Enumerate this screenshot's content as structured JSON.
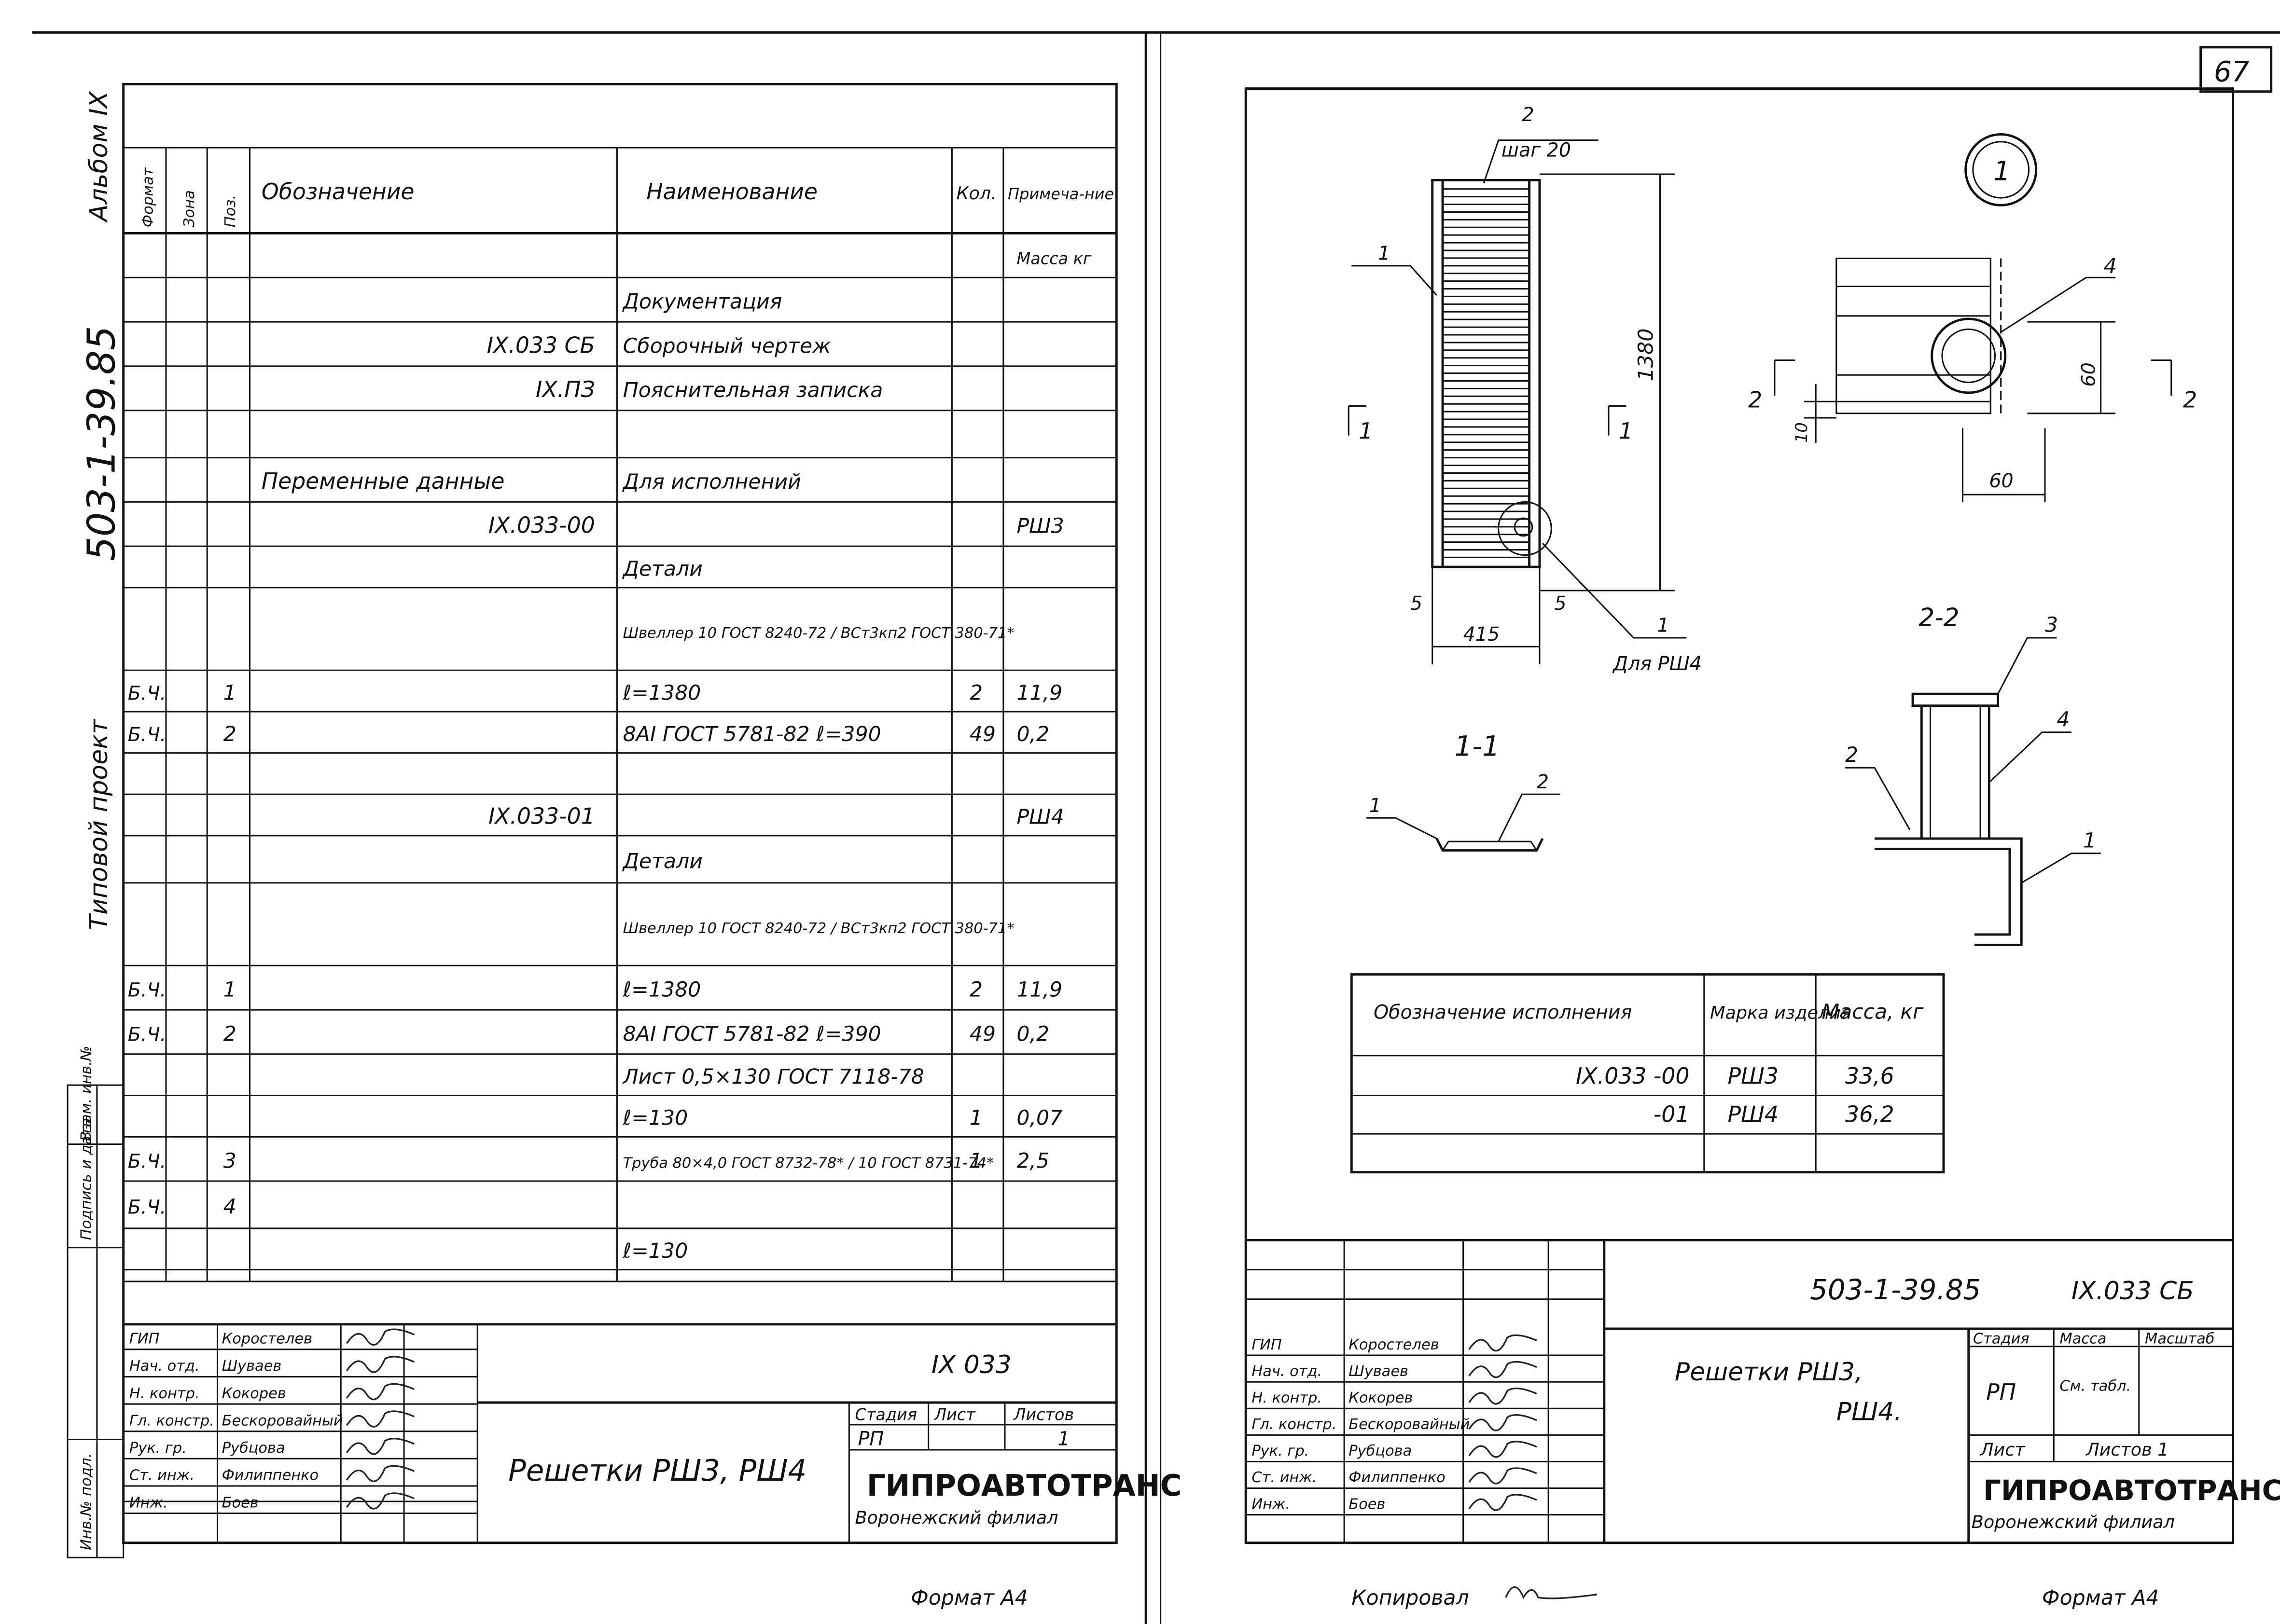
{
  "page_number": "67",
  "side_stamp": {
    "album": "Альбом IX",
    "code": "503-1-39.85",
    "project_type": "Типовой проект",
    "cells": [
      "Взам. инв.№",
      "Подпись и дата",
      "Инв.№ подл."
    ]
  },
  "spec": {
    "headers": [
      "Формат",
      "Зона",
      "Поз.",
      "Обозначение",
      "Наименование",
      "Кол.",
      "Примеча-ние"
    ],
    "rows": [
      {
        "fmt": "",
        "zone": "",
        "pos": "",
        "oboz": "",
        "name": "",
        "qty": "",
        "note": "Масса кг"
      },
      {
        "fmt": "",
        "zone": "",
        "pos": "",
        "oboz": "",
        "name": "Документация",
        "qty": "",
        "note": ""
      },
      {
        "fmt": "",
        "zone": "",
        "pos": "",
        "oboz": "IX.033 СБ",
        "name": "Сборочный чертеж",
        "qty": "",
        "note": ""
      },
      {
        "fmt": "",
        "zone": "",
        "pos": "",
        "oboz": "IX.ПЗ",
        "name": "Пояснительная записка",
        "qty": "",
        "note": ""
      },
      {
        "fmt": "",
        "zone": "",
        "pos": "",
        "oboz": "",
        "name": "",
        "qty": "",
        "note": ""
      },
      {
        "fmt": "",
        "zone": "",
        "pos": "",
        "oboz": "Переменные данные",
        "name": "Для исполнений",
        "qty": "",
        "note": ""
      },
      {
        "fmt": "",
        "zone": "",
        "pos": "",
        "oboz": "IX.033-00",
        "name": "",
        "qty": "",
        "note": "РШ3"
      },
      {
        "fmt": "",
        "zone": "",
        "pos": "",
        "oboz": "",
        "name": "Детали",
        "qty": "",
        "note": ""
      },
      {
        "fmt": "",
        "zone": "",
        "pos": "",
        "oboz": "",
        "name": "Швеллер 10 ГОСТ 8240-72 / ВСт3кп2 ГОСТ 380-71*",
        "qty": "",
        "note": ""
      },
      {
        "fmt": "Б.Ч.",
        "zone": "",
        "pos": "1",
        "oboz": "",
        "name": "ℓ=1380",
        "qty": "2",
        "note": "11,9"
      },
      {
        "fmt": "Б.Ч.",
        "zone": "",
        "pos": "2",
        "oboz": "",
        "name": "8AI ГОСТ 5781-82 ℓ=390",
        "qty": "49",
        "note": "0,2"
      },
      {
        "fmt": "",
        "zone": "",
        "pos": "",
        "oboz": "",
        "name": "",
        "qty": "",
        "note": ""
      },
      {
        "fmt": "",
        "zone": "",
        "pos": "",
        "oboz": "IX.033-01",
        "name": "",
        "qty": "",
        "note": "РШ4"
      },
      {
        "fmt": "",
        "zone": "",
        "pos": "",
        "oboz": "",
        "name": "Детали",
        "qty": "",
        "note": ""
      },
      {
        "fmt": "",
        "zone": "",
        "pos": "",
        "oboz": "",
        "name": "Швеллер 10 ГОСТ 8240-72 / ВСт3кп2 ГОСТ 380-71*",
        "qty": "",
        "note": ""
      },
      {
        "fmt": "Б.Ч.",
        "zone": "",
        "pos": "1",
        "oboz": "",
        "name": "ℓ=1380",
        "qty": "2",
        "note": "11,9"
      },
      {
        "fmt": "Б.Ч.",
        "zone": "",
        "pos": "2",
        "oboz": "",
        "name": "8AI ГОСТ 5781-82 ℓ=390",
        "qty": "49",
        "note": "0,2"
      },
      {
        "fmt": "",
        "zone": "",
        "pos": "",
        "oboz": "",
        "name": "Лист 0,5×130 ГОСТ 7118-78",
        "qty": "",
        "note": ""
      },
      {
        "fmt": "",
        "zone": "",
        "pos": "",
        "oboz": "",
        "name": "ℓ=130",
        "qty": "1",
        "note": "0,07"
      },
      {
        "fmt": "Б.Ч.",
        "zone": "",
        "pos": "3",
        "oboz": "",
        "name": "Труба 80×4,0 ГОСТ 8732-78* / 10 ГОСТ 8731-74*",
        "qty": "1",
        "note": "2,5"
      },
      {
        "fmt": "Б.Ч.",
        "zone": "",
        "pos": "4",
        "oboz": "",
        "name": "",
        "qty": "",
        "note": ""
      },
      {
        "fmt": "",
        "zone": "",
        "pos": "",
        "oboz": "",
        "name": "ℓ=130",
        "qty": "",
        "note": ""
      }
    ]
  },
  "title_block_left": {
    "code": "IX 033",
    "title": "Решетки РШ3, РШ4",
    "people": [
      {
        "role": "ГИП",
        "name": "Коростелев"
      },
      {
        "role": "Нач. отд.",
        "name": "Шуваев"
      },
      {
        "role": "Н. контр.",
        "name": "Кокорев"
      },
      {
        "role": "Гл. констр.",
        "name": "Бескоровайный"
      },
      {
        "role": "Рук. гр.",
        "name": "Рубцова"
      },
      {
        "role": "Ст. инж.",
        "name": "Филиппенко"
      },
      {
        "role": "Инж.",
        "name": "Боев"
      }
    ],
    "stage_headers": [
      "Стадия",
      "Лист",
      "Листов"
    ],
    "stage_values": [
      "РП",
      "",
      "1"
    ],
    "org": "ГИПРОАВТОТРАНС",
    "branch": "Воронежский филиал"
  },
  "drawing": {
    "view_labels": {
      "step": "шаг 20",
      "height": "1380",
      "width": "415",
      "edge_left": "5",
      "edge_right": "5",
      "for_rsh4": "Для РШ4",
      "circle_mark": "1",
      "dim_60_v": "60",
      "dim_60_h": "60",
      "dim_10": "10",
      "section_11": "1-1",
      "section_22": "2-2"
    },
    "positions": {
      "p1": "1",
      "p2": "2",
      "p3": "3",
      "p4": "4"
    }
  },
  "exec_table": {
    "headers": [
      "Обозначение исполнения",
      "Марка изделия",
      "Масса, кг"
    ],
    "rows": [
      {
        "oboz": "IX.033 -00",
        "mark": "РШ3",
        "mass": "33,6"
      },
      {
        "oboz": "-01",
        "mark": "РШ4",
        "mass": "36,2"
      },
      {
        "oboz": "",
        "mark": "",
        "mass": ""
      }
    ]
  },
  "title_block_right": {
    "code": "503-1-39.85",
    "doc": "IX.033 СБ",
    "title_line1": "Решетки РШ3,",
    "title_line2": "РШ4.",
    "people": [
      {
        "role": "ГИП",
        "name": "Коростелев"
      },
      {
        "role": "Нач. отд.",
        "name": "Шуваев"
      },
      {
        "role": "Н. контр.",
        "name": "Кокорев"
      },
      {
        "role": "Гл. констр.",
        "name": "Бескоровайный"
      },
      {
        "role": "Рук. гр.",
        "name": "Рубцова"
      },
      {
        "role": "Ст. инж.",
        "name": "Филиппенко"
      },
      {
        "role": "Инж.",
        "name": "Боев"
      }
    ],
    "stage_headers": [
      "Стадия",
      "Масса",
      "Масштаб"
    ],
    "stage": "РП",
    "mass": "См. табл.",
    "scale": "",
    "sheet": "Лист",
    "sheets": "Листов 1",
    "org": "ГИПРОАВТОТРАНС",
    "branch": "Воронежский филиал"
  },
  "footer": {
    "left_format": "Формат А4",
    "copied": "Копировал",
    "right_format": "Формат А4"
  }
}
